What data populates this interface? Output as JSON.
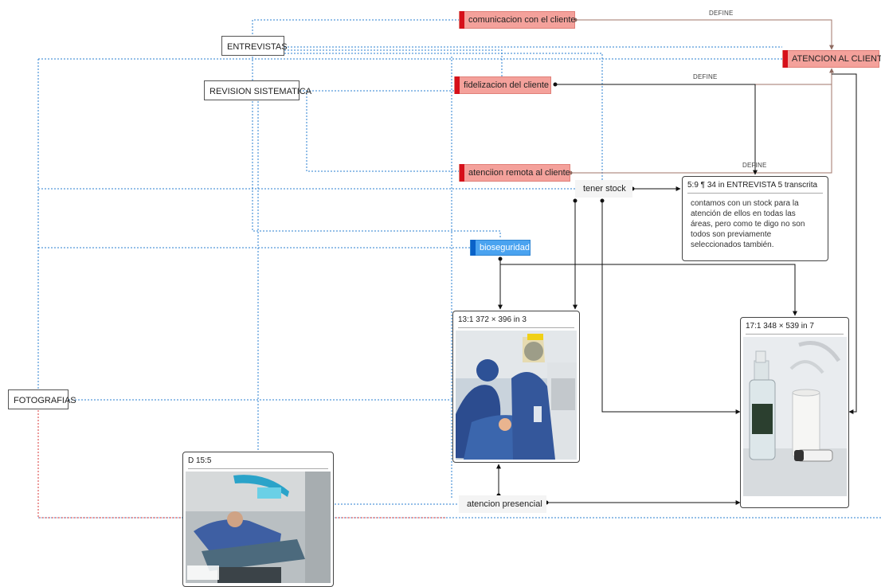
{
  "nodes": {
    "comunicacion": "comunicacion con el cliente",
    "entrevistas": "ENTREVISTAS",
    "atencion_cliente": "ATENCION AL CLIENTE",
    "revision": "REVISION SISTEMATICA",
    "fidelizacion": "fidelizacion del cliente",
    "atencion_remota": "atenciion remota al cliente",
    "tener_stock": "tener stock",
    "bioseguridad": "bioseguridad",
    "fotografias": "FOTOGRAFIAS",
    "atencion_presencial": "atencion presencial"
  },
  "relation_labels": {
    "define_1": "DEFINE",
    "define_2": "DEFINE",
    "define_3": "DEFINE"
  },
  "quote_card": {
    "title": "5:9 ¶ 34 in ENTREVISTA 5 transcrita",
    "text": "contamos con un stock para la atención de ellos en todas las áreas, pero como te digo no son todos son previamente seleccionados también."
  },
  "image_cards": {
    "card_13": "13:1 372 × 396 in 3",
    "card_17": "17:1 348 × 539 in 7",
    "card_d15": "D 15:5"
  },
  "photos": {
    "photo_13": "dental-procedure-ppe-photo",
    "photo_17": "alcohol-bottle-thermometer-photo",
    "photo_d15": "dental-chair-patient-photo"
  },
  "colors": {
    "red_fill": "#f4a19b",
    "red_bar": "#d6101a",
    "blue_fill": "#4aa3f0",
    "dotted_blue": "#2a7fd0",
    "dotted_red": "#d83a3a",
    "define_link": "#a0756a"
  }
}
